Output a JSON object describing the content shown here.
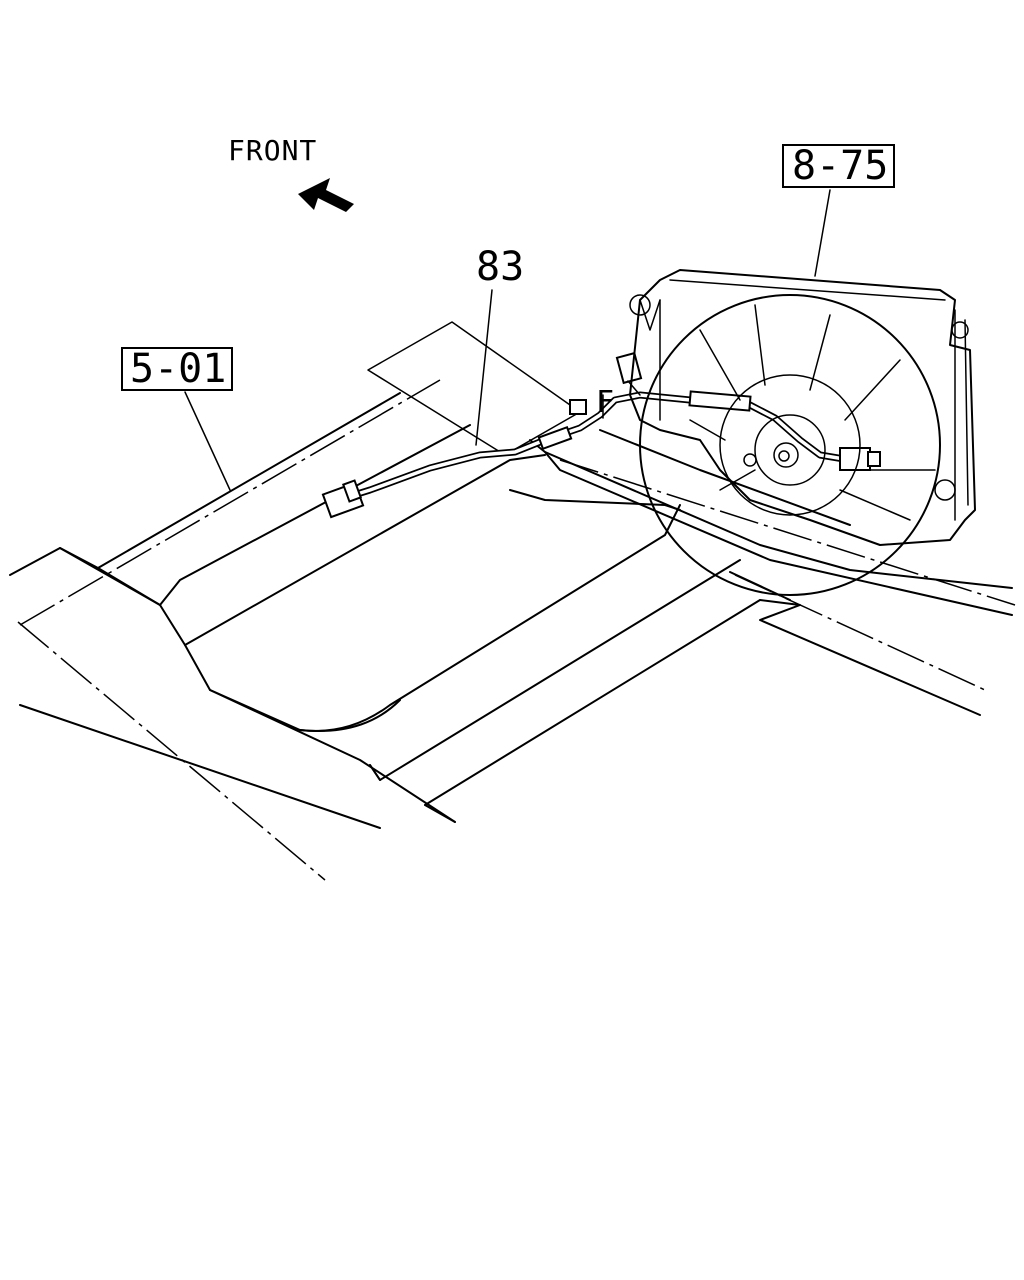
{
  "direction_label": "FRONT",
  "callouts": {
    "harness": "83",
    "frame_ref": "5-01",
    "fan_ref": "8-75",
    "clip_letter": "F"
  },
  "icons": {
    "direction_arrow": "arrow-up-left-icon"
  }
}
